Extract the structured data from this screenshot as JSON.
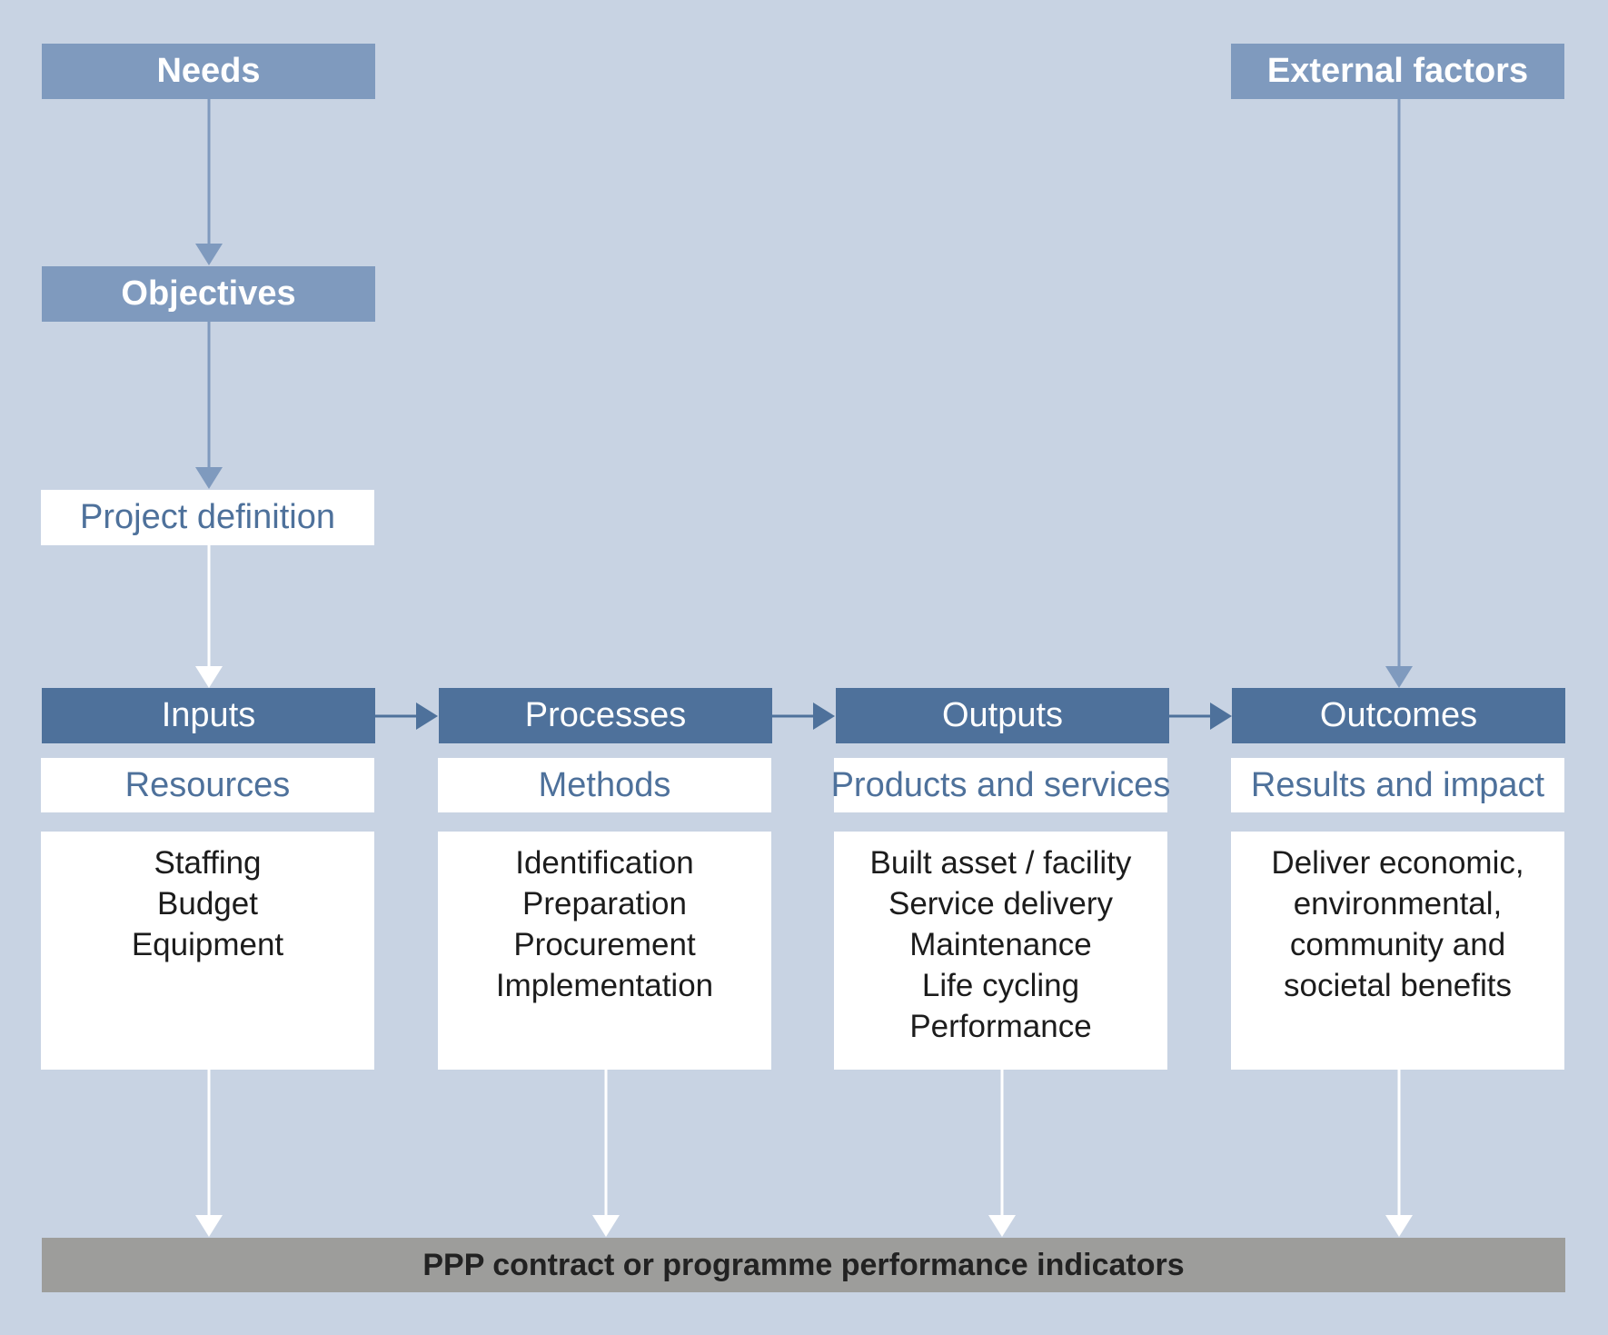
{
  "top_left": {
    "needs": "Needs",
    "objectives": "Objectives",
    "project_definition": "Project definition"
  },
  "external_factors": "External factors",
  "columns": [
    {
      "header": "Inputs",
      "subtitle": "Resources",
      "items": [
        "Staffing",
        "Budget",
        "Equipment"
      ]
    },
    {
      "header": "Processes",
      "subtitle": "Methods",
      "items": [
        "Identification",
        "Preparation",
        "Procurement",
        "Implementation"
      ]
    },
    {
      "header": "Outputs",
      "subtitle": "Products and services",
      "items": [
        "Built asset / facility",
        "Service delivery",
        "Maintenance",
        "Life cycling",
        "Performance"
      ]
    },
    {
      "header": "Outcomes",
      "subtitle": "Results and impact",
      "items": [
        "Deliver economic,",
        "environmental,",
        "community and",
        "societal benefits"
      ]
    }
  ],
  "footer": "PPP contract or programme performance indicators",
  "colors": {
    "background": "#c8d3e3",
    "light_header": "#7f9abe",
    "dark_header": "#4e719b",
    "footer_bar": "#9d9d9b",
    "white": "#ffffff"
  }
}
